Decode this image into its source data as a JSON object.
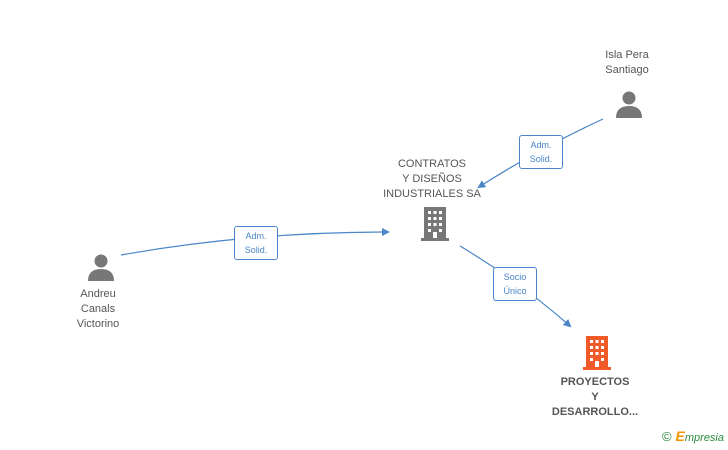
{
  "nodes": {
    "isla": {
      "lines": [
        "Isla Pera",
        "Santiago"
      ],
      "icon": "person-icon",
      "color": "#777777"
    },
    "contratos": {
      "lines": [
        "CONTRATOS",
        "Y DISEÑOS",
        "INDUSTRIALES SA"
      ],
      "icon": "building-icon",
      "color": "#777777"
    },
    "andreu": {
      "lines": [
        "Andreu",
        "Canals",
        "Victorino"
      ],
      "icon": "person-icon",
      "color": "#777777"
    },
    "proyectos": {
      "lines": [
        "PROYECTOS",
        "Y",
        "DESARROLLO..."
      ],
      "icon": "building-icon",
      "color": "#f05a28"
    }
  },
  "edges": {
    "isla_to_contratos": {
      "lines": [
        "Adm.",
        "Solid."
      ]
    },
    "andreu_to_contratos": {
      "lines": [
        "Adm.",
        "Solid."
      ]
    },
    "contratos_to_proyectos": {
      "lines": [
        "Socio",
        "Único"
      ]
    }
  },
  "colors": {
    "edge": "#4a86c8",
    "accent": "#f05a28"
  },
  "watermark": {
    "copyright": "©",
    "brand_first": "E",
    "brand_rest": "mpresia"
  }
}
